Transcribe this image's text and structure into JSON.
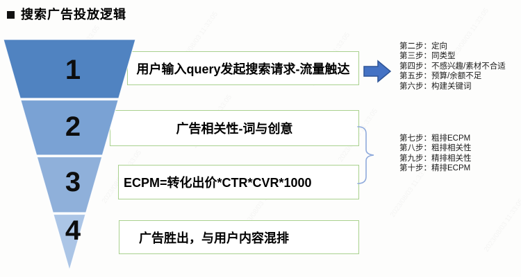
{
  "title": {
    "text": "搜索广告投放逻辑"
  },
  "funnel": {
    "stages": [
      {
        "number": "1",
        "color": "#5083c1"
      },
      {
        "number": "2",
        "color": "#7aa2d4"
      },
      {
        "number": "3",
        "color": "#8fb0da"
      },
      {
        "number": "4",
        "color": "#abc5e6"
      }
    ]
  },
  "boxes": [
    {
      "label": "用户输入query发起搜索请求-流量触达"
    },
    {
      "label": "广告相关性-词与创意"
    },
    {
      "label": "ECPM=转化出价*CTR*CVR*1000"
    },
    {
      "label": "广告胜出，与用户内容混排"
    }
  ],
  "annotations": {
    "group1": {
      "lines": [
        "第二步：定向",
        "第三步：同类型",
        "第四步：不感兴趣/素材不合适",
        "第五步：预算/余额不足",
        "第六步：构建关键词"
      ]
    },
    "group2": {
      "lines": [
        "第七步：粗排ECPM",
        "第八步：粗排相关性",
        "第九步：精排相关性",
        "第十步：精排ECPM"
      ]
    }
  },
  "colors": {
    "box_border": "#a9d18e",
    "arrow_fill": "#4472c4",
    "arrow_border": "#2e5496",
    "brace": "#8faadc"
  },
  "watermark": {
    "text": "2023/08/03 11:33:05"
  }
}
